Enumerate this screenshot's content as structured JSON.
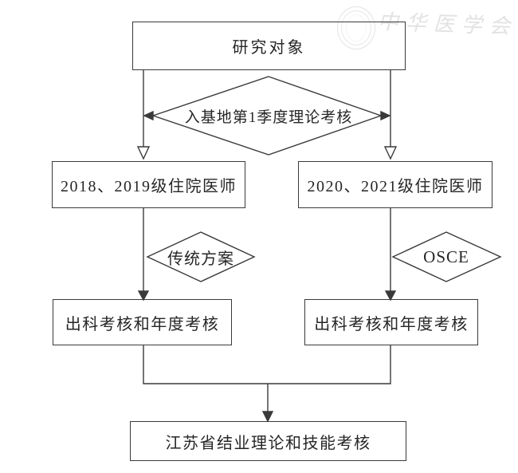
{
  "diagram": {
    "type": "flowchart",
    "title_context": "residency-training-assessment-flow",
    "nodes": {
      "research": {
        "shape": "rect",
        "label": "研究对象"
      },
      "theory_exam": {
        "shape": "diamond",
        "label": "入基地第1季度理论考核"
      },
      "cohort_left": {
        "shape": "rect",
        "label": "2018、2019级住院医师"
      },
      "cohort_right": {
        "shape": "rect",
        "label": "2020、2021级住院医师"
      },
      "scheme_left": {
        "shape": "diamond",
        "label": "传统方案"
      },
      "scheme_right": {
        "shape": "diamond",
        "label": "OSCE"
      },
      "exam_left": {
        "shape": "rect",
        "label": "出科考核和年度考核"
      },
      "exam_right": {
        "shape": "rect",
        "label": "出科考核和年度考核"
      },
      "final": {
        "shape": "rect",
        "label": "江苏省结业理论和技能考核"
      }
    },
    "edges": [
      {
        "from": "research",
        "to": "cohort_left",
        "through": "theory_exam"
      },
      {
        "from": "research",
        "to": "cohort_right",
        "through": "theory_exam"
      },
      {
        "from": "cohort_left",
        "to": "exam_left",
        "through": "scheme_left"
      },
      {
        "from": "cohort_right",
        "to": "exam_right",
        "through": "scheme_right"
      },
      {
        "from": "exam_left",
        "to": "final"
      },
      {
        "from": "exam_right",
        "to": "final"
      }
    ]
  },
  "watermark": {
    "text": "中华医学会"
  },
  "colors": {
    "line": "#3a3a3a",
    "text": "#262626",
    "background": "#ffffff",
    "watermark": "#e2e2e2"
  }
}
